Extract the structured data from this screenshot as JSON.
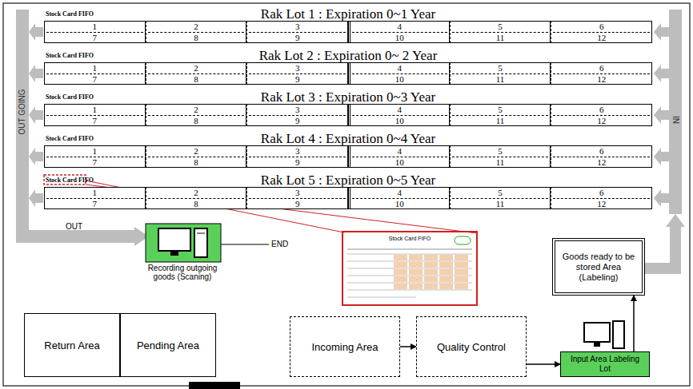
{
  "diagram": {
    "nodes": [
      {
        "text": [
          "Stock Card FIFO",
          "Rak Lot 1 : Expiration 0~1 Year"
        ]
      },
      {
        "text": [
          "1",
          "7"
        ],
        "in": 0
      },
      {
        "text": [
          "2",
          "8"
        ],
        "in": 0
      },
      {
        "text": [
          "3",
          "9"
        ],
        "in": 0
      },
      {
        "text": [
          "4",
          "10"
        ],
        "in": 0
      },
      {
        "text": [
          "5",
          "11"
        ],
        "in": 0
      },
      {
        "text": [
          "6",
          "12"
        ],
        "in": 0
      },
      {
        "text": [
          "Stock Card FIFO",
          "Rak Lot 2 : Expiration 0~ 2 Year"
        ]
      },
      {
        "text": [
          "1",
          "7"
        ],
        "in": 7
      },
      {
        "text": [
          "2",
          "8"
        ],
        "in": 7
      },
      {
        "text": [
          "3",
          "9"
        ],
        "in": 7
      },
      {
        "text": [
          "4",
          "10"
        ],
        "in": 7
      },
      {
        "text": [
          "5",
          "11"
        ],
        "in": 7
      },
      {
        "text": [
          "6",
          "12"
        ],
        "in": 7
      },
      {
        "text": [
          "Stock Card FIFO",
          "Rak Lot 3 : Expiration 0~3 Year"
        ]
      },
      {
        "text": [
          "1",
          "7"
        ],
        "in": 14
      },
      {
        "text": [
          "2",
          "8"
        ],
        "in": 14
      },
      {
        "text": [
          "3",
          "9"
        ],
        "in": 14
      },
      {
        "text": [
          "4",
          "10"
        ],
        "in": 14
      },
      {
        "text": [
          "5",
          "11"
        ],
        "in": 14
      },
      {
        "text": [
          "6",
          "12"
        ],
        "in": 14
      },
      {
        "text": [
          "Stock Card FIFO",
          "Rak Lot 4 : Expiration 0~4 Year"
        ]
      },
      {
        "text": [
          "1",
          "7"
        ],
        "in": 21
      },
      {
        "text": [
          "2",
          "8"
        ],
        "in": 21
      },
      {
        "text": [
          "3",
          "9"
        ],
        "in": 21
      },
      {
        "text": [
          "4",
          "10"
        ],
        "in": 21
      },
      {
        "text": [
          "5",
          "11"
        ],
        "in": 21
      },
      {
        "text": [
          "6",
          "12"
        ],
        "in": 21
      },
      {
        "text": [
          "Stock Card FIFO",
          "Rak Lot 5 : Expiration 0~5 Year"
        ]
      },
      {
        "text": [
          "1",
          "7"
        ],
        "in": 28
      },
      {
        "text": [
          "2",
          "8"
        ],
        "in": 28
      },
      {
        "text": [
          "3",
          "9"
        ],
        "in": 28
      },
      {
        "text": [
          "4",
          "10"
        ],
        "in": 28
      },
      {
        "text": [
          "5",
          "11"
        ],
        "in": 28
      },
      {
        "text": [
          "6",
          "12"
        ],
        "in": 28
      },
      {
        "text": [
          "Recording outgoing goods (Scaning)"
        ]
      },
      {
        "text": [
          "Goods ready to be stored Area (Labeling)"
        ]
      },
      {
        "text": [
          "Return Area"
        ]
      },
      {
        "text": [
          "Pending Area"
        ]
      },
      {
        "text": [
          "Incoming Area"
        ]
      },
      {
        "text": [
          "Quality Control"
        ]
      },
      {
        "text": [
          "Input Area Labeling Lot"
        ]
      }
    ],
    "edges": [
      {
        "from": 39,
        "to": 40,
        "arrow": "to"
      },
      {
        "from": 40,
        "to": 41,
        "arrow": "to"
      },
      {
        "from": 41,
        "to": 36,
        "arrow": "to"
      }
    ],
    "labels": [
      "OUT GOING",
      "IN",
      "OUT",
      "END",
      "Stock Card FIFO"
    ]
  }
}
